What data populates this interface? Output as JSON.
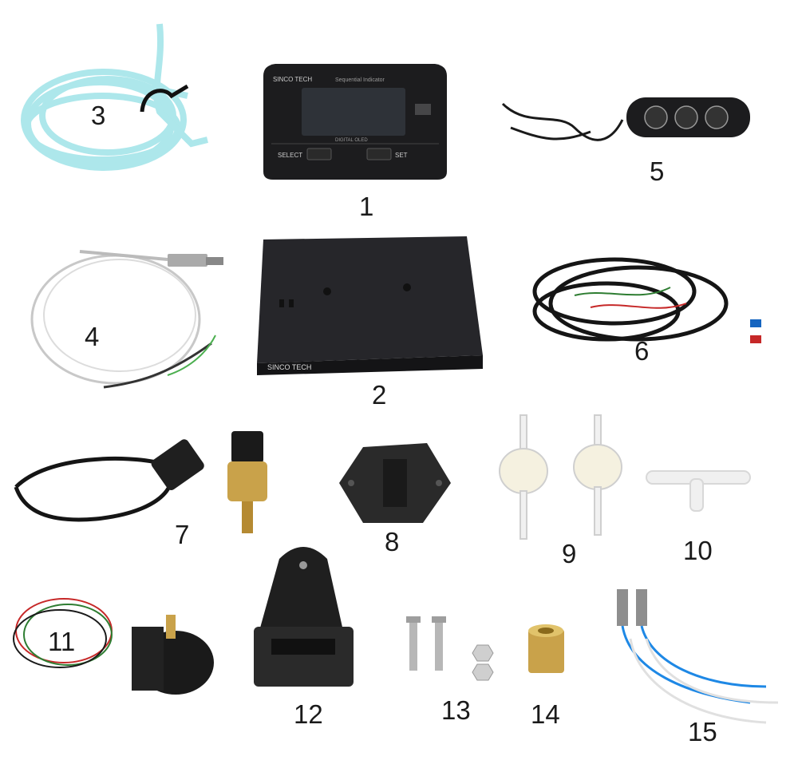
{
  "parts": [
    {
      "number": "1",
      "name": "display-unit"
    },
    {
      "number": "2",
      "name": "control-box"
    },
    {
      "number": "3",
      "name": "vacuum-hose"
    },
    {
      "number": "4",
      "name": "egt-probe"
    },
    {
      "number": "5",
      "name": "remote-controller"
    },
    {
      "number": "6",
      "name": "wiring-harness"
    },
    {
      "number": "7",
      "name": "pressure-sensor"
    },
    {
      "number": "8",
      "name": "mounting-plate"
    },
    {
      "number": "9",
      "name": "check-valves"
    },
    {
      "number": "10",
      "name": "t-connector"
    },
    {
      "number": "11",
      "name": "boost-solenoid"
    },
    {
      "number": "12",
      "name": "display-bracket"
    },
    {
      "number": "13",
      "name": "screws-and-nuts"
    },
    {
      "number": "14",
      "name": "brass-adapter"
    },
    {
      "number": "15",
      "name": "sensor-fittings"
    }
  ],
  "product_text": {
    "brand": "SINCO TECH",
    "display_header": "Sequential Indicator",
    "select_button": "SELECT",
    "set_button": "SET",
    "display_subtext": "DIGITAL OLED"
  },
  "colors": {
    "background": "#ffffff",
    "device_body": "#1c1c1e",
    "hose": "#a8e6ea",
    "brass": "#c9a24a"
  }
}
